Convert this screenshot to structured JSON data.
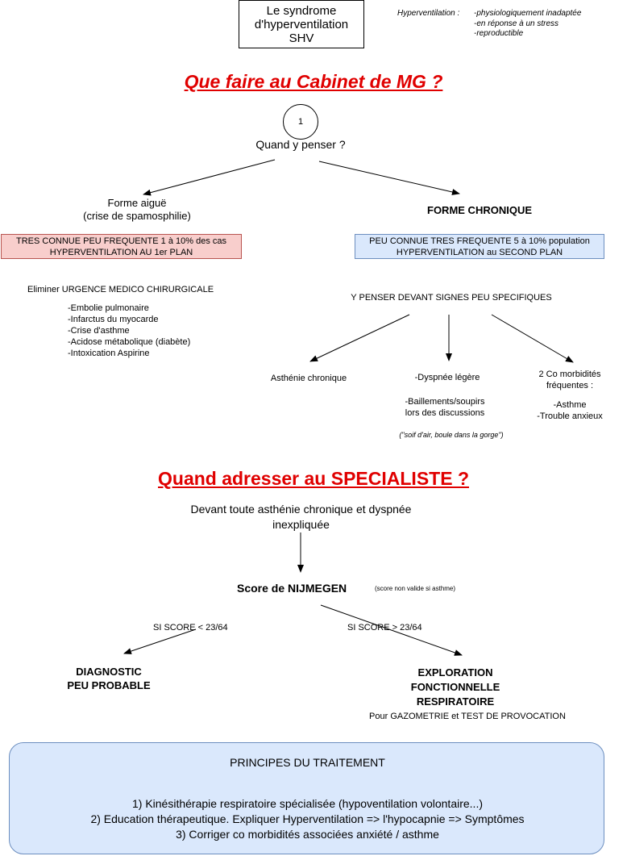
{
  "title_box": {
    "lines": [
      "Le syndrome",
      "d'hyperventilation",
      "SHV"
    ]
  },
  "hyperventilation_def": {
    "label": "Hyperventilation :",
    "items": [
      "-physiologiquement inadaptée",
      "-en réponse à un stress",
      "-reproductible"
    ]
  },
  "section1": {
    "heading": "Que faire au Cabinet de MG ?",
    "step_number": "1",
    "question": "Quand y penser ?",
    "acute": {
      "lines": [
        "Forme aiguë",
        "(crise de spamosphilie)"
      ],
      "box_lines": [
        "TRES CONNUE PEU FREQUENTE 1 à 10% des cas",
        "HYPERVENTILATION AU 1er PLAN"
      ],
      "eliminate": "Eliminer URGENCE MEDICO CHIRURGICALE",
      "urgencies": [
        "-Embolie pulmonaire",
        "-Infarctus du myocarde",
        "-Crise d'asthme",
        "-Acidose métabolique (diabète)",
        "-Intoxication Aspirine"
      ]
    },
    "chronic": {
      "title": "FORME CHRONIQUE",
      "box_lines": [
        "PEU CONNUE TRES FREQUENTE 5 à 10% population",
        "HYPERVENTILATION au SECOND PLAN"
      ],
      "signs_title": "Y PENSER DEVANT SIGNES PEU SPECIFIQUES",
      "asthenia": "Asthénie chronique",
      "dyspnea": "-Dyspnée légère",
      "yawning_lines": [
        "-Baillements/soupirs",
        "lors des discussions"
      ],
      "air_note": "(\"soif d'air, boule dans la gorge\")",
      "comorbidities_lines": [
        "2 Co morbidités",
        "fréquentes :",
        "",
        "-Asthme",
        "-Trouble anxieux"
      ]
    }
  },
  "section2": {
    "heading": "Quand adresser au SPECIALISTE ?",
    "trigger_lines": [
      "Devant toute asthénie chronique et dyspnée",
      "inexpliquée"
    ],
    "score_title": "Score de NIJMEGEN",
    "score_note": "(score non valide si asthme)",
    "low_label": "SI SCORE < 23/64",
    "high_label": "SI SCORE > 23/64",
    "low_result_lines": [
      "DIAGNOSTIC",
      "PEU PROBABLE"
    ],
    "high_result_lines": [
      "EXPLORATION",
      "FONCTIONNELLE",
      "RESPIRATOIRE"
    ],
    "high_result_note": "Pour GAZOMETRIE et TEST DE PROVOCATION"
  },
  "treatment": {
    "title": "PRINCIPES DU TRAITEMENT",
    "items": [
      "1) Kinésithérapie respiratoire spécialisée (hypoventilation volontaire...)",
      "2) Education thérapeutique. Expliquer Hyperventilation => l'hypocapnie => Symptômes",
      "3) Corriger co morbidités associées anxiété / asthme"
    ]
  },
  "colors": {
    "heading": "#e00000",
    "acute_box_fill": "#f8cecc",
    "acute_box_border": "#b85450",
    "chronic_box_fill": "#dae8fc",
    "chronic_box_border": "#6c8ebf"
  }
}
